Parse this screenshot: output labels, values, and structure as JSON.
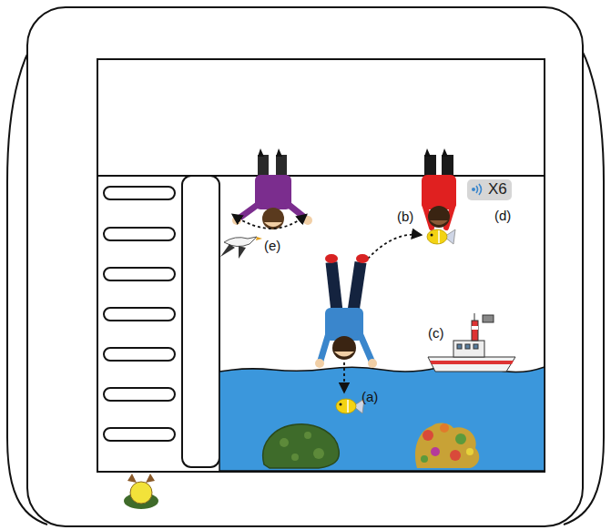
{
  "diagram": {
    "nodes": [
      {
        "text": [
          "X6"
        ]
      }
    ],
    "labels": [
      "(b)",
      "(d)",
      "(e)",
      "(c)",
      "(a)"
    ]
  }
}
